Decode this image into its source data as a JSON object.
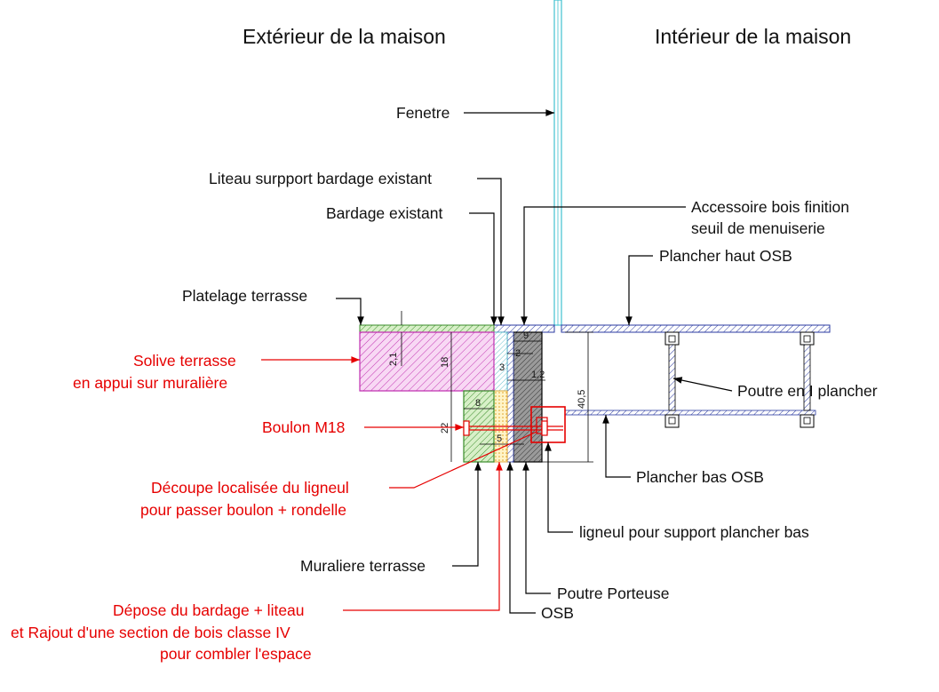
{
  "headers": {
    "exterior": "Extérieur de la maison",
    "interior": "Intérieur de la maison"
  },
  "labels": {
    "fenetre": "Fenetre",
    "liteau": "Liteau surpport bardage existant",
    "bardage": "Bardage existant",
    "accessoire_1": "Accessoire bois finition",
    "accessoire_2": "seuil de menuiserie",
    "plancher_haut": "Plancher haut OSB",
    "platelage": "Platelage terrasse",
    "solive_1": "Solive terrasse",
    "solive_2": "en appui sur muralière",
    "poutre_i": "Poutre en I plancher",
    "boulon": "Boulon M18",
    "plancher_bas": "Plancher bas OSB",
    "decoupe_1": "Découpe localisée du ligneul",
    "decoupe_2": "pour passer boulon + rondelle",
    "ligneul": "ligneul pour support plancher bas",
    "muraliere": "Muraliere terrasse",
    "poutre_porteuse": "Poutre Porteuse",
    "depose_1": "Dépose du bardage + liteau",
    "depose_2": "et Rajout d'une section de bois classe IV",
    "depose_3": "pour combler l'espace",
    "osb": "OSB"
  },
  "dimensions": {
    "d_2_1": "2,1",
    "d_18": "18",
    "d_22": "22",
    "d_8": "8",
    "d_5": "5",
    "d_9": "9",
    "d_2": "2",
    "d_3": "3",
    "d_1_2": "1,2",
    "d_40_5": "40,5"
  },
  "colors": {
    "accent_red": "#e60000",
    "solive_hatch": "#c030b0",
    "platelage_hatch": "#3a8c2a",
    "muraliere_hatch": "#3a8c2a",
    "osb_hatch": "#2a3aa0",
    "window": "#40c0d0",
    "infill": "#e0a020"
  }
}
